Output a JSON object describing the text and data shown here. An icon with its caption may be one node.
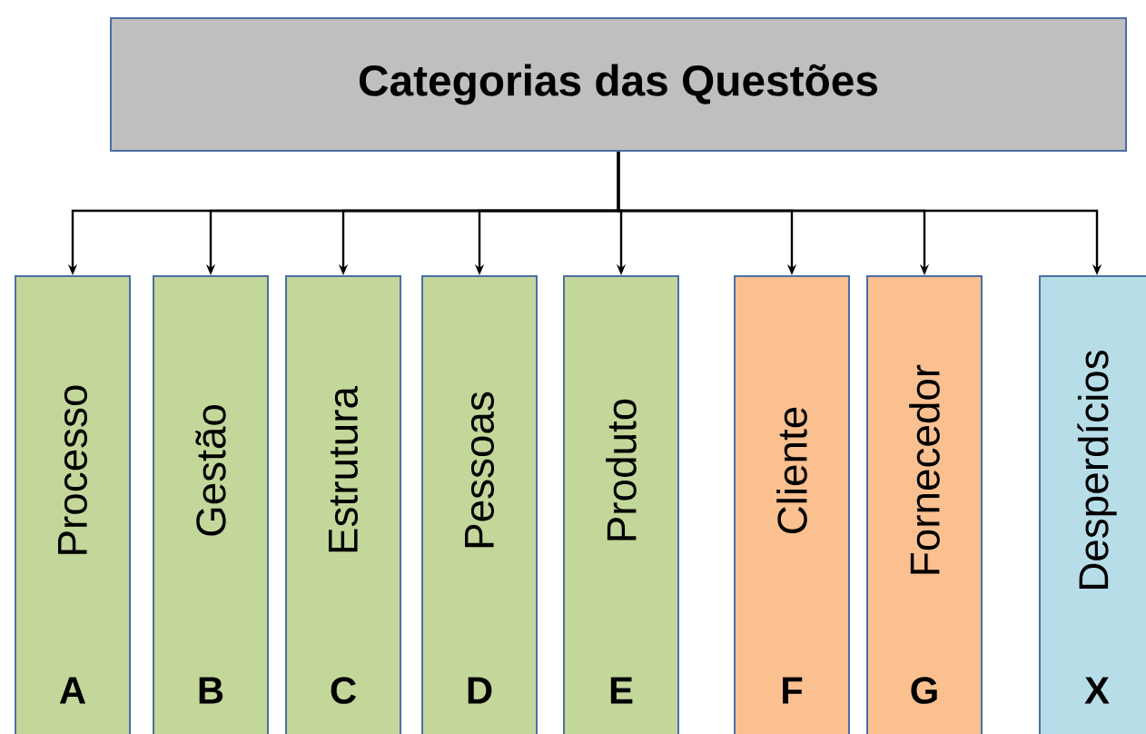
{
  "diagram": {
    "nodes": [
      {
        "text": [
          "Categorias  das Questões"
        ]
      },
      {
        "text": [
          "Processo",
          "A"
        ]
      },
      {
        "text": [
          "Gestão",
          "B"
        ]
      },
      {
        "text": [
          "Estrutura",
          "C"
        ]
      },
      {
        "text": [
          "Pessoas",
          "D"
        ]
      },
      {
        "text": [
          "Produto",
          "E"
        ]
      },
      {
        "text": [
          "Cliente",
          "F"
        ]
      },
      {
        "text": [
          "Fornecedor",
          "G"
        ]
      },
      {
        "text": [
          "Desperdícios",
          "X"
        ]
      }
    ],
    "edges": [
      {
        "from": 0,
        "to": 1,
        "arrow": "to"
      },
      {
        "from": 0,
        "to": 2,
        "arrow": "to"
      },
      {
        "from": 0,
        "to": 3,
        "arrow": "to"
      },
      {
        "from": 0,
        "to": 4,
        "arrow": "to"
      },
      {
        "from": 0,
        "to": 5,
        "arrow": "to"
      },
      {
        "from": 0,
        "to": 6,
        "arrow": "to"
      },
      {
        "from": 0,
        "to": 7,
        "arrow": "to"
      },
      {
        "from": 0,
        "to": 8,
        "arrow": "to"
      }
    ]
  }
}
